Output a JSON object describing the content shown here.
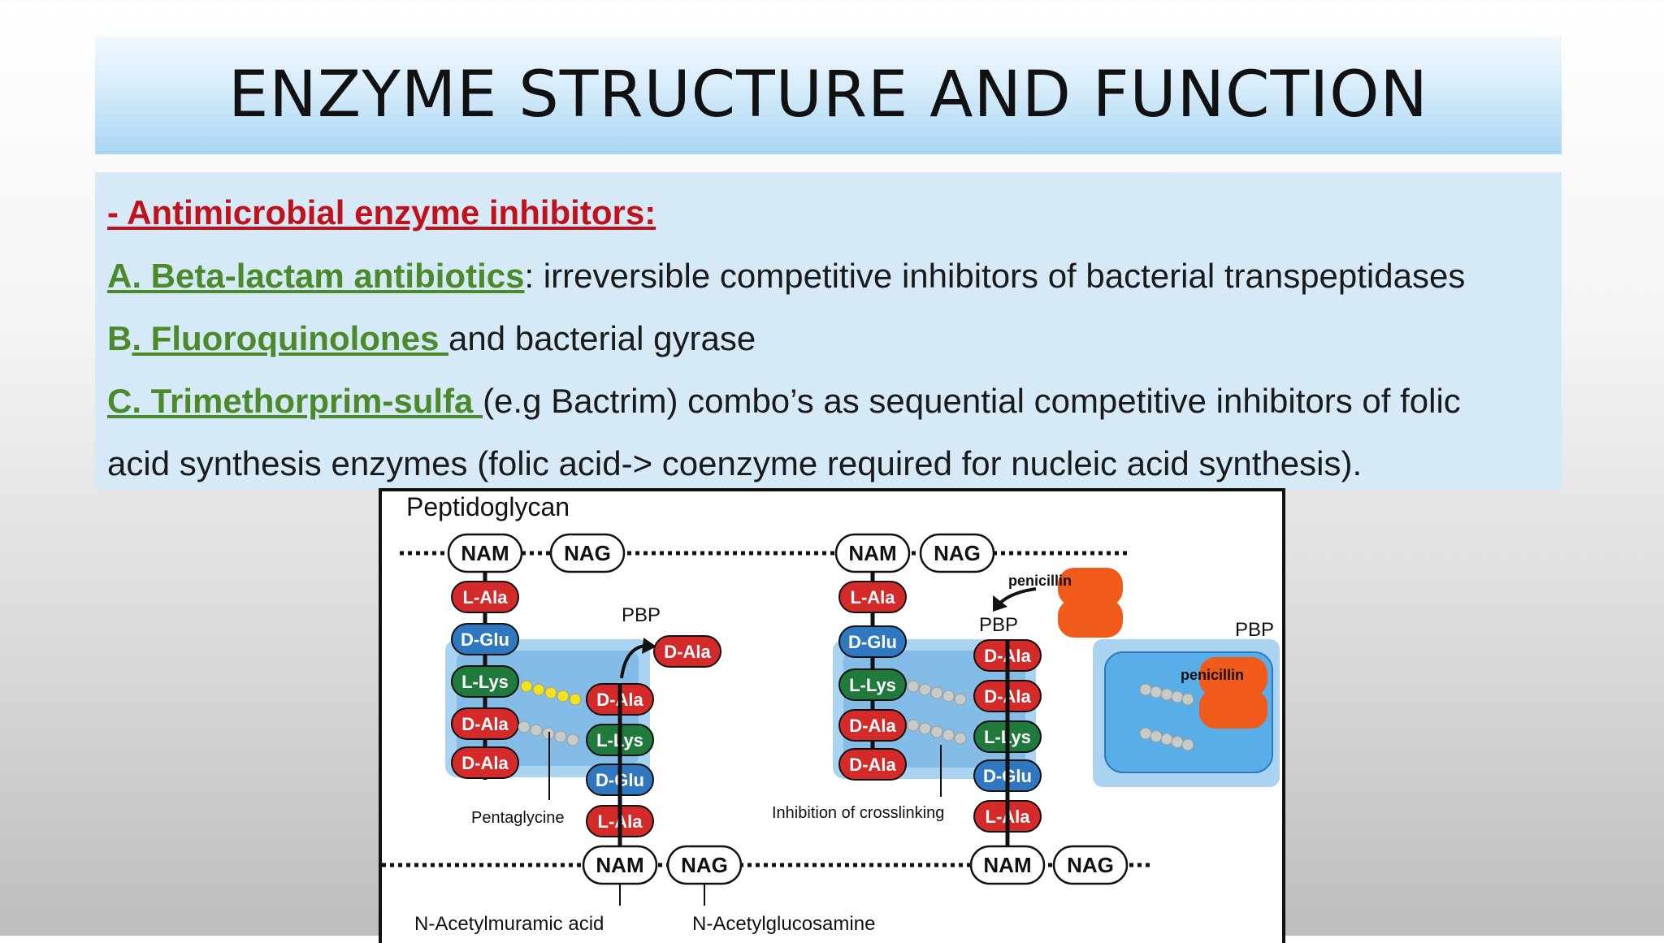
{
  "slide": {
    "title": "ENZYME STRUCTURE AND FUNCTION",
    "heading": "- Antimicrobial enzyme inhibitors:",
    "items": [
      {
        "label": "A. Beta-lactam antibiotics",
        "text": ": irreversible competitive inhibitors of bacterial transpeptidases"
      },
      {
        "label_prefix": "B",
        "label": ". Fluoroquinolones ",
        "text": "and bacterial gyrase"
      },
      {
        "label": "C. Trimethorprim-sulfa ",
        "text": "(e.g Bactrim) combo’s as sequential competitive inhibitors of folic"
      }
    ],
    "continuation": "acid synthesis enzymes (folic acid-> coenzyme required for nucleic acid synthesis)."
  },
  "diagram": {
    "title": "Peptidoglycan",
    "nam": "NAM",
    "nag": "NAG",
    "pbp": "PBP",
    "penicillin": "penicillin",
    "l_ala": "L-Ala",
    "d_glu": "D-Glu",
    "l_lys": "L-Lys",
    "d_ala": "D-Ala",
    "pentaglycine": "Pentaglycine",
    "inhibition": "Inhibition of crosslinking",
    "nam_full": "N-Acetylmuramic acid",
    "nag_full": "N-Acetylglucosamine",
    "colors": {
      "ala": "#d42a2a",
      "glu": "#2f78c0",
      "lys": "#1f7a3c",
      "pbp_bg": "#a9d3f0",
      "pbp_inner": "#3c95d6",
      "penicillin": "#f05a1a",
      "glycine_yellow": "#f2e21a",
      "glycine_grey": "#c8ccc8"
    }
  }
}
